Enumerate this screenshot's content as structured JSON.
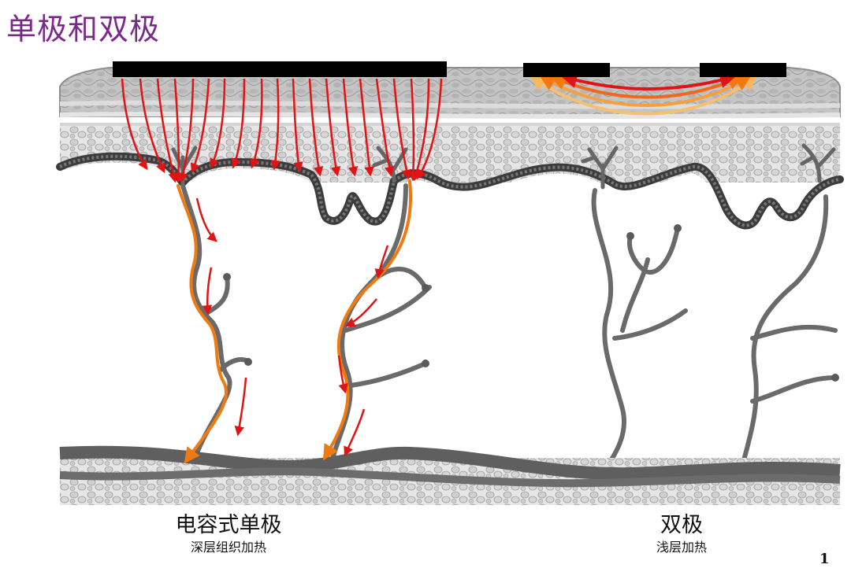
{
  "title": "单极和双极",
  "left": {
    "label": "电容式单极",
    "sublabel": "深层组织加热"
  },
  "right": {
    "label": "双极",
    "sublabel": "浅层加热"
  },
  "page_mark": "1",
  "colors": {
    "title": "#7b2a8c",
    "electrode": "#000000",
    "current_arrow": "#e01414",
    "heat_path": "#f07a10",
    "tissue_vessel": "#6a6a6a",
    "skin_surface": "#b9b9b9",
    "fat_cells": "#d2d2d2"
  }
}
